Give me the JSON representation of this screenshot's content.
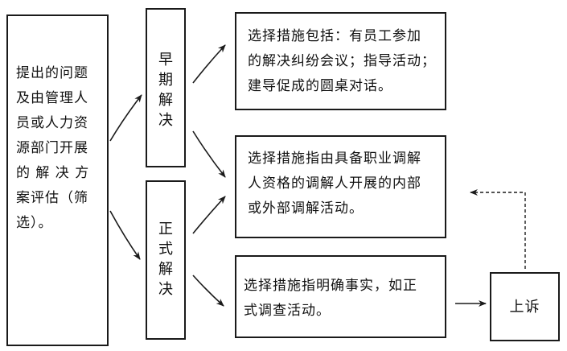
{
  "left_box": {
    "text": "提出的问题\n及由管理人\n员或人力资\n源部门开展\n的 解 决 方\n案评估（筛\n选）。"
  },
  "early_box": {
    "text": "早\n期\n解\n决"
  },
  "formal_box": {
    "text": "正\n式\n解\n决"
  },
  "option_top": {
    "text": "选择措施包括：有员工参加\n的解决纠纷会议；指导活动；\n建导促成的圆桌对话。"
  },
  "option_middle": {
    "text": "选择措施指由具备职业调解\n人资格的调解人开展的内部\n或外部调解活动。"
  },
  "option_bottom": {
    "text": "选择措施指明确事实，如正\n式调查活动。"
  },
  "appeal_box": {
    "text": "上诉"
  },
  "colors": {
    "line": "#1a1a1a",
    "background": "#ffffff"
  }
}
